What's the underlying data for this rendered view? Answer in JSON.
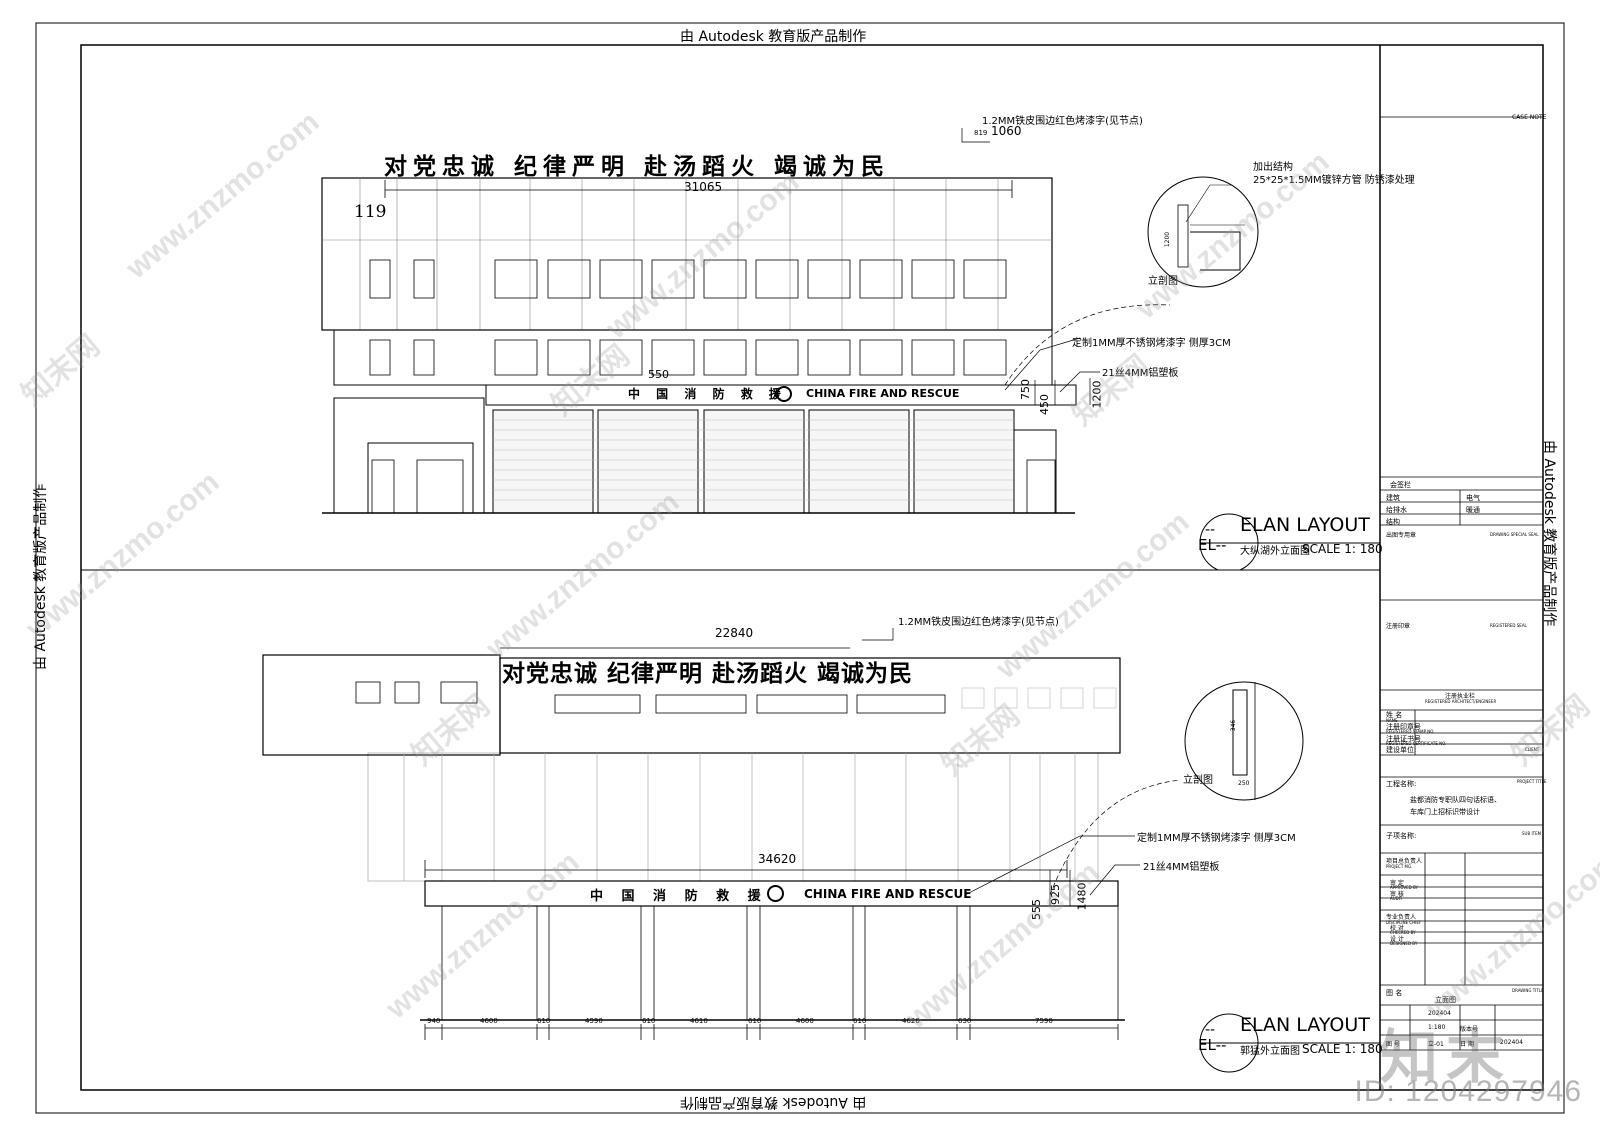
{
  "stamp": "由 Autodesk 教育版产品制作",
  "watermark_site": "www.znzmo.com",
  "watermark_brand": "知末网",
  "watermark_logo": "知末",
  "watermark_id": "ID: 1204297946",
  "top": {
    "slogan": "对党忠诚 纪律严明 赴汤蹈火 竭诚为民",
    "sign_cn": "中 国 消 防 救 援",
    "sign_en": "CHINA FIRE AND RESCUE",
    "note_letters": "1.2MM铁皮围边红色烤漆字(见节点)",
    "dim_819": "819",
    "dim_1060": "1060",
    "dim_31065": "31065",
    "dim_119": "119",
    "dim_550": "550",
    "dim_750": "750",
    "dim_450": "450",
    "dim_1200": "1200",
    "note_steel": "定制1MM厚不锈钢烤漆字 侧厚3CM",
    "note_panel": "21丝4MM铝塑板",
    "note_struct_1": "加出结构",
    "note_struct_2": "25*25*1.5MM镀锌方管 防锈漆处理",
    "section_label": "立剖图",
    "detail_dim": "1200",
    "layout_title": "ELAN LAYOUT",
    "layout_code": "EL--",
    "layout_dash": "--",
    "layout_sub": "大纵湖外立面图",
    "layout_scale": "SCALE  1: 180"
  },
  "bottom": {
    "slogan": "对党忠诚 纪律严明 赴汤蹈火 竭诚为民",
    "sign_cn": "中 国 消 防 救 援",
    "sign_en": "CHINA FIRE AND RESCUE",
    "note_letters": "1.2MM铁皮围边红色烤漆字(见节点)",
    "dim_22840": "22840",
    "dim_34620": "34620",
    "dim_555": "555",
    "dim_925": "925",
    "dim_1480": "1480",
    "note_steel": "定制1MM厚不锈钢烤漆字 侧厚3CM",
    "note_panel": "21丝4MM铝塑板",
    "section_label": "立剖图",
    "detail_dim_1": "346",
    "detail_dim_2": "250",
    "bays": [
      "940",
      "4600",
      "610",
      "4590",
      "610",
      "4610",
      "610",
      "4600",
      "610",
      "4620",
      "630",
      "7590"
    ],
    "layout_title": "ELAN LAYOUT",
    "layout_code": "EL--",
    "layout_dash": "--",
    "layout_sub": "郭猛外立面图",
    "layout_scale": "SCALE  1: 180"
  },
  "title_block": {
    "drawing_note": "CASE NOTE",
    "signoff": "会签栏",
    "arch": "建筑",
    "elec": "电气",
    "plumbing": "给排水",
    "hvac": "暖通",
    "structure": "结构",
    "issue_seal": "出图专用章",
    "issue_seal_en": "DRAWING SPECIAL SEAL",
    "reg_seal": "注册印章",
    "reg_seal_en": "REGISTERED SEAL",
    "reg_column": "注册执业栏",
    "reg_column_en": "REGISTERED ARCHITECT/ENGINEER",
    "name": "姓  名",
    "name_en": "NAME",
    "reg_stamp_no": "注册印章号",
    "reg_stamp_no_en": "REGISTERED STAMP NO.",
    "reg_cert_no": "注册证书号",
    "reg_cert_no_en": "REGISTERED CERTIFICATE NO.",
    "client": "建设单位:",
    "client_en": "CLIENT",
    "project": "工程名称:",
    "project_en": "PROJECT TITLE",
    "project_name_1": "盐都消防专职队四句话标语、",
    "project_name_2": "车库门上招标识带设计",
    "sub_item": "子项名称:",
    "sub_item_en": "SUB ITEM",
    "pm": "项目总负责人",
    "pm_en": "PROJECT MG.",
    "approved": "审  定",
    "approved_en": "APPROVED BY",
    "audit": "审  核",
    "audit_en": "AUDIT",
    "discipline": "专业负责人",
    "discipline_en": "DISCIPLINE CHIEF",
    "checked": "校  对",
    "checked_en": "CHECKED BY",
    "designed": "设  计",
    "designed_en": "DESIGNED BY",
    "drawing_title": "图  名",
    "drawing_title_en": "DRAWING TITLE",
    "drawing_title_val": "立面图",
    "scale_val": "1:180",
    "version": "版本号",
    "drawing_no": "图  号",
    "drawing_no_val": "立-01",
    "date": "日  期",
    "date_val": "202404",
    "project_no_val": "202404"
  }
}
